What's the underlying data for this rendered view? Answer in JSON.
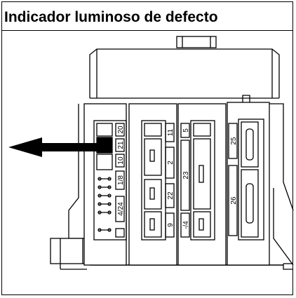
{
  "title": "Indicador luminoso de defecto",
  "module1_labels": [
    "20",
    "21",
    "10",
    "1/8",
    "4/24"
  ],
  "module2_labels": [
    "11",
    "2",
    "22",
    "9"
  ],
  "module3_labels": [
    "5",
    "23",
    "-/4"
  ],
  "module4_labels": [
    "25",
    "26"
  ]
}
